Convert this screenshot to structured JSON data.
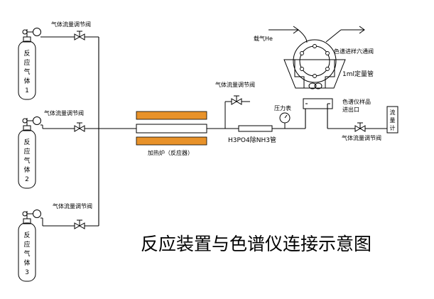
{
  "title": "反应装置与色谱仪连接示意图",
  "cylinders": [
    {
      "id": 1,
      "chars": [
        "反",
        "应",
        "气",
        "体",
        "1"
      ]
    },
    {
      "id": 2,
      "chars": [
        "反",
        "应",
        "气",
        "体",
        "2"
      ]
    },
    {
      "id": 3,
      "chars": [
        "反",
        "应",
        "气",
        "体",
        "3"
      ]
    }
  ],
  "labels": {
    "flow_valve": "气体流量调节阀",
    "furnace": "加热炉（反应器）",
    "pressure_gauge": "压力表",
    "trap": "H3PO4除NH3管",
    "carrier_gas": "载气He",
    "six_port_valve": "色谱进样六通阀",
    "sample_loop": "1ml定量管",
    "gc_inlet_line1": "色谱仪样品",
    "gc_inlet_line2": "进出口",
    "flow_meter_chars": [
      "流",
      "量",
      "计"
    ]
  },
  "colors": {
    "furnace_orange": "#e8922a",
    "line": "#000000"
  }
}
